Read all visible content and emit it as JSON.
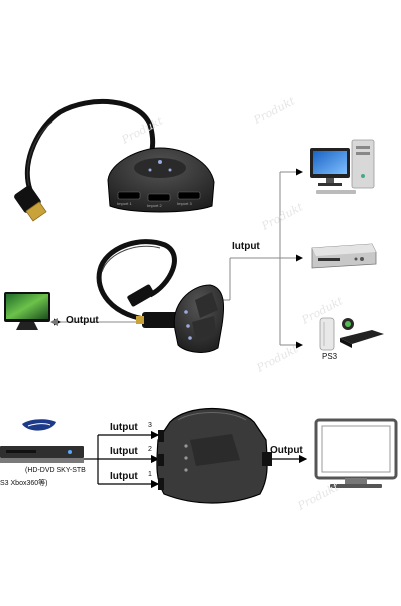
{
  "top_splitter": {
    "port_labels": [
      "Import 1",
      "Import 2",
      "Import 3"
    ]
  },
  "middle_section": {
    "output_label": "Output",
    "input_label": "Iutput",
    "device_labels": {
      "ps3": "PS3"
    }
  },
  "bottom_section": {
    "inputs": [
      {
        "label": "Iutput",
        "number": "3"
      },
      {
        "label": "Iutput",
        "number": "2"
      },
      {
        "label": "Iutput",
        "number": "1"
      }
    ],
    "output_label": "Output",
    "source_caption_line1": "(HD-DVD  SKY-STB",
    "source_caption_line2": "S3  Xbox360等)"
  },
  "watermark_text": "Produkt"
}
